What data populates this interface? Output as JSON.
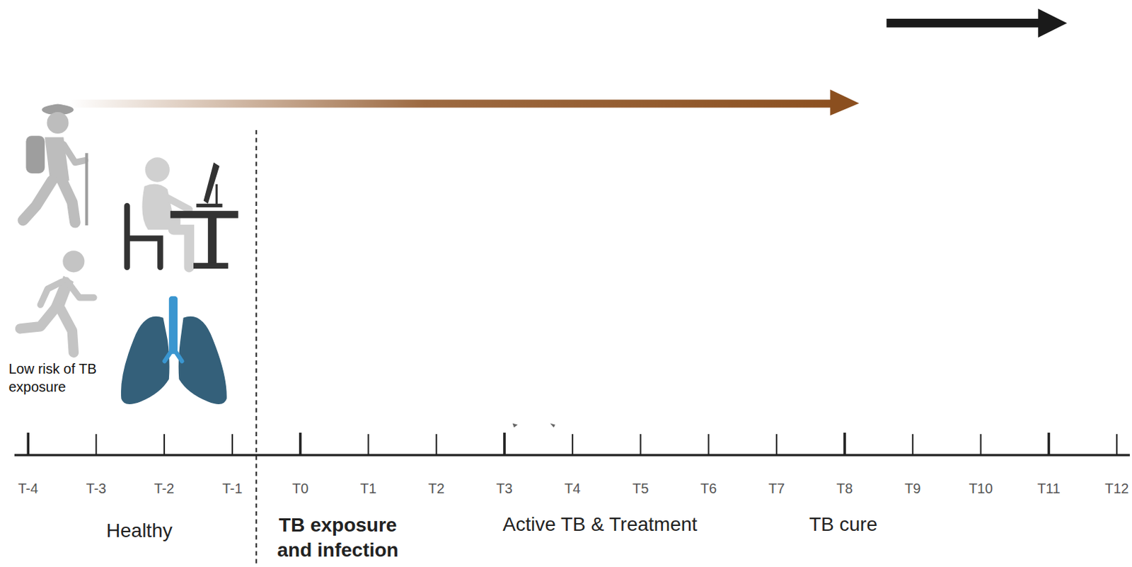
{
  "diagram": {
    "labels": [
      "Low risk of TB exposure",
      "T-4",
      "T-3",
      "T-2",
      "T-1",
      "T0",
      "T1",
      "T2",
      "T3",
      "T4",
      "T5",
      "T6",
      "T7",
      "T8",
      "T9",
      "T10",
      "T11",
      "T12",
      "Healthy",
      "TB exposure and infection",
      "Active TB & Treatment",
      "TB cure"
    ]
  }
}
